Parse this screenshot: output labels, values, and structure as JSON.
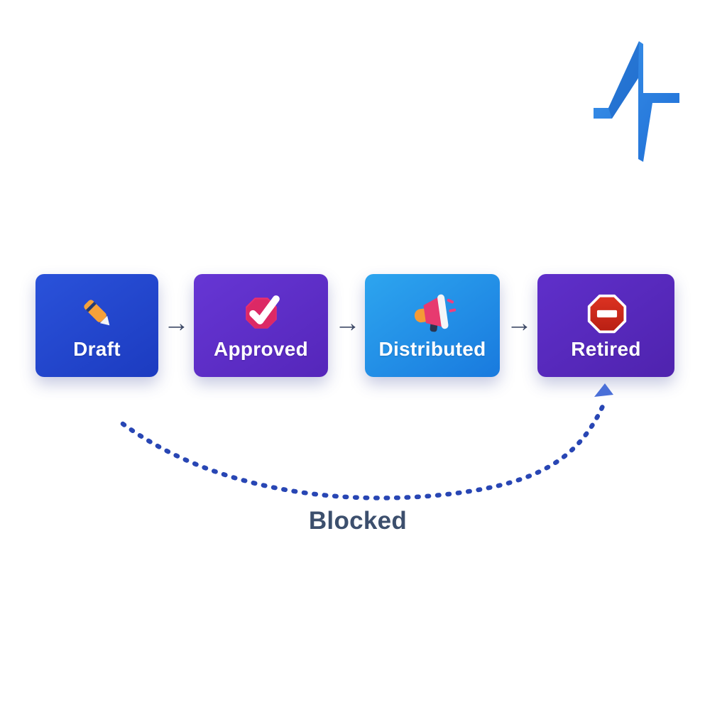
{
  "logo": {
    "icon": "pulse-logo-icon",
    "color_top": "#3b93ea",
    "color_bottom": "#1f6fd6"
  },
  "flow": {
    "stages": [
      {
        "label": "Draft",
        "icon": "pencil-icon",
        "gradient": [
          "#2a52da",
          "#1c3bc0"
        ]
      },
      {
        "label": "Approved",
        "icon": "check-badge-icon",
        "gradient": [
          "#6636d4",
          "#5526ba"
        ]
      },
      {
        "label": "Distributed",
        "icon": "megaphone-icon",
        "gradient": [
          "#2da5ef",
          "#197ade"
        ]
      },
      {
        "label": "Retired",
        "icon": "stop-sign-icon",
        "gradient": [
          "#5f2fca",
          "#4f23ae"
        ]
      }
    ],
    "connector_glyph": "→",
    "blocked": {
      "label": "Blocked",
      "line_color": "#2846b4",
      "arrow_color": "#4a6fd8",
      "text_color": "#3c4f6d"
    }
  }
}
